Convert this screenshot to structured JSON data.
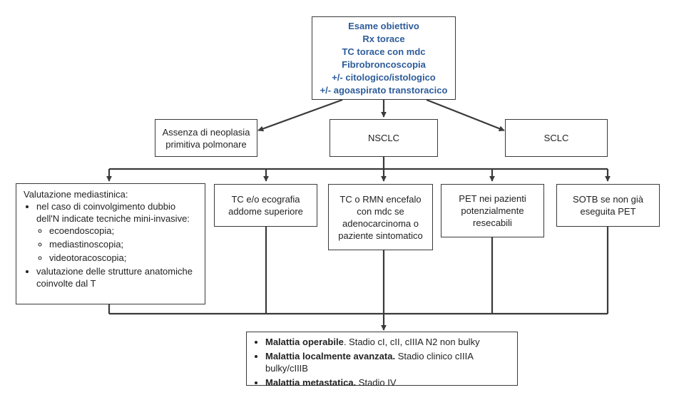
{
  "colors": {
    "accent": "#2e5c9a",
    "line": "#3a3a3a"
  },
  "exam": {
    "lines": [
      "Esame obiettivo",
      "Rx torace",
      "TC torace con mdc",
      "Fibrobroncoscopia",
      "+/- citologico/istologico",
      "+/- agoaspirato transtoracico"
    ]
  },
  "diagnosis": {
    "no_neoplasia": [
      "Assenza di neoplasia",
      "primitiva polmonare"
    ],
    "nsclc": "NSCLC",
    "sclc": "SCLC"
  },
  "staging": {
    "mediastinal": {
      "title": "Valutazione mediastinica:",
      "bullet_1": "nel caso di coinvolgimento dubbio dell'N indicate tecniche mini-invasive:",
      "sub_items": [
        "ecoendoscopia;",
        "mediastinoscopia;",
        "videotoracoscopia;"
      ],
      "bullet_2": "valutazione delle strutture anatomiche coinvolte dal T"
    },
    "abdomen": [
      "TC e/o ecografia",
      "addome superiore"
    ],
    "brain": [
      "TC o RMN encefalo",
      "con mdc se",
      "adenocarcinoma  o",
      "paziente sintomatico"
    ],
    "pet": [
      "PET nei pazienti",
      "potenzialmente",
      "resecabili"
    ],
    "sotb": [
      "SOTB se non già",
      "eseguita PET"
    ]
  },
  "outcome": {
    "operable_bold": "Malattia operabile",
    "operable_rest": ". Stadio cI, cII, cIIIA N2 non bulky",
    "advanced_bold": "Malattia localmente avanzata.",
    "advanced_rest": " Stadio clinico cIIIA bulky/cIIIB",
    "metastatic_bold": "Malattia metastatica.",
    "metastatic_rest": " Stadio IV"
  }
}
